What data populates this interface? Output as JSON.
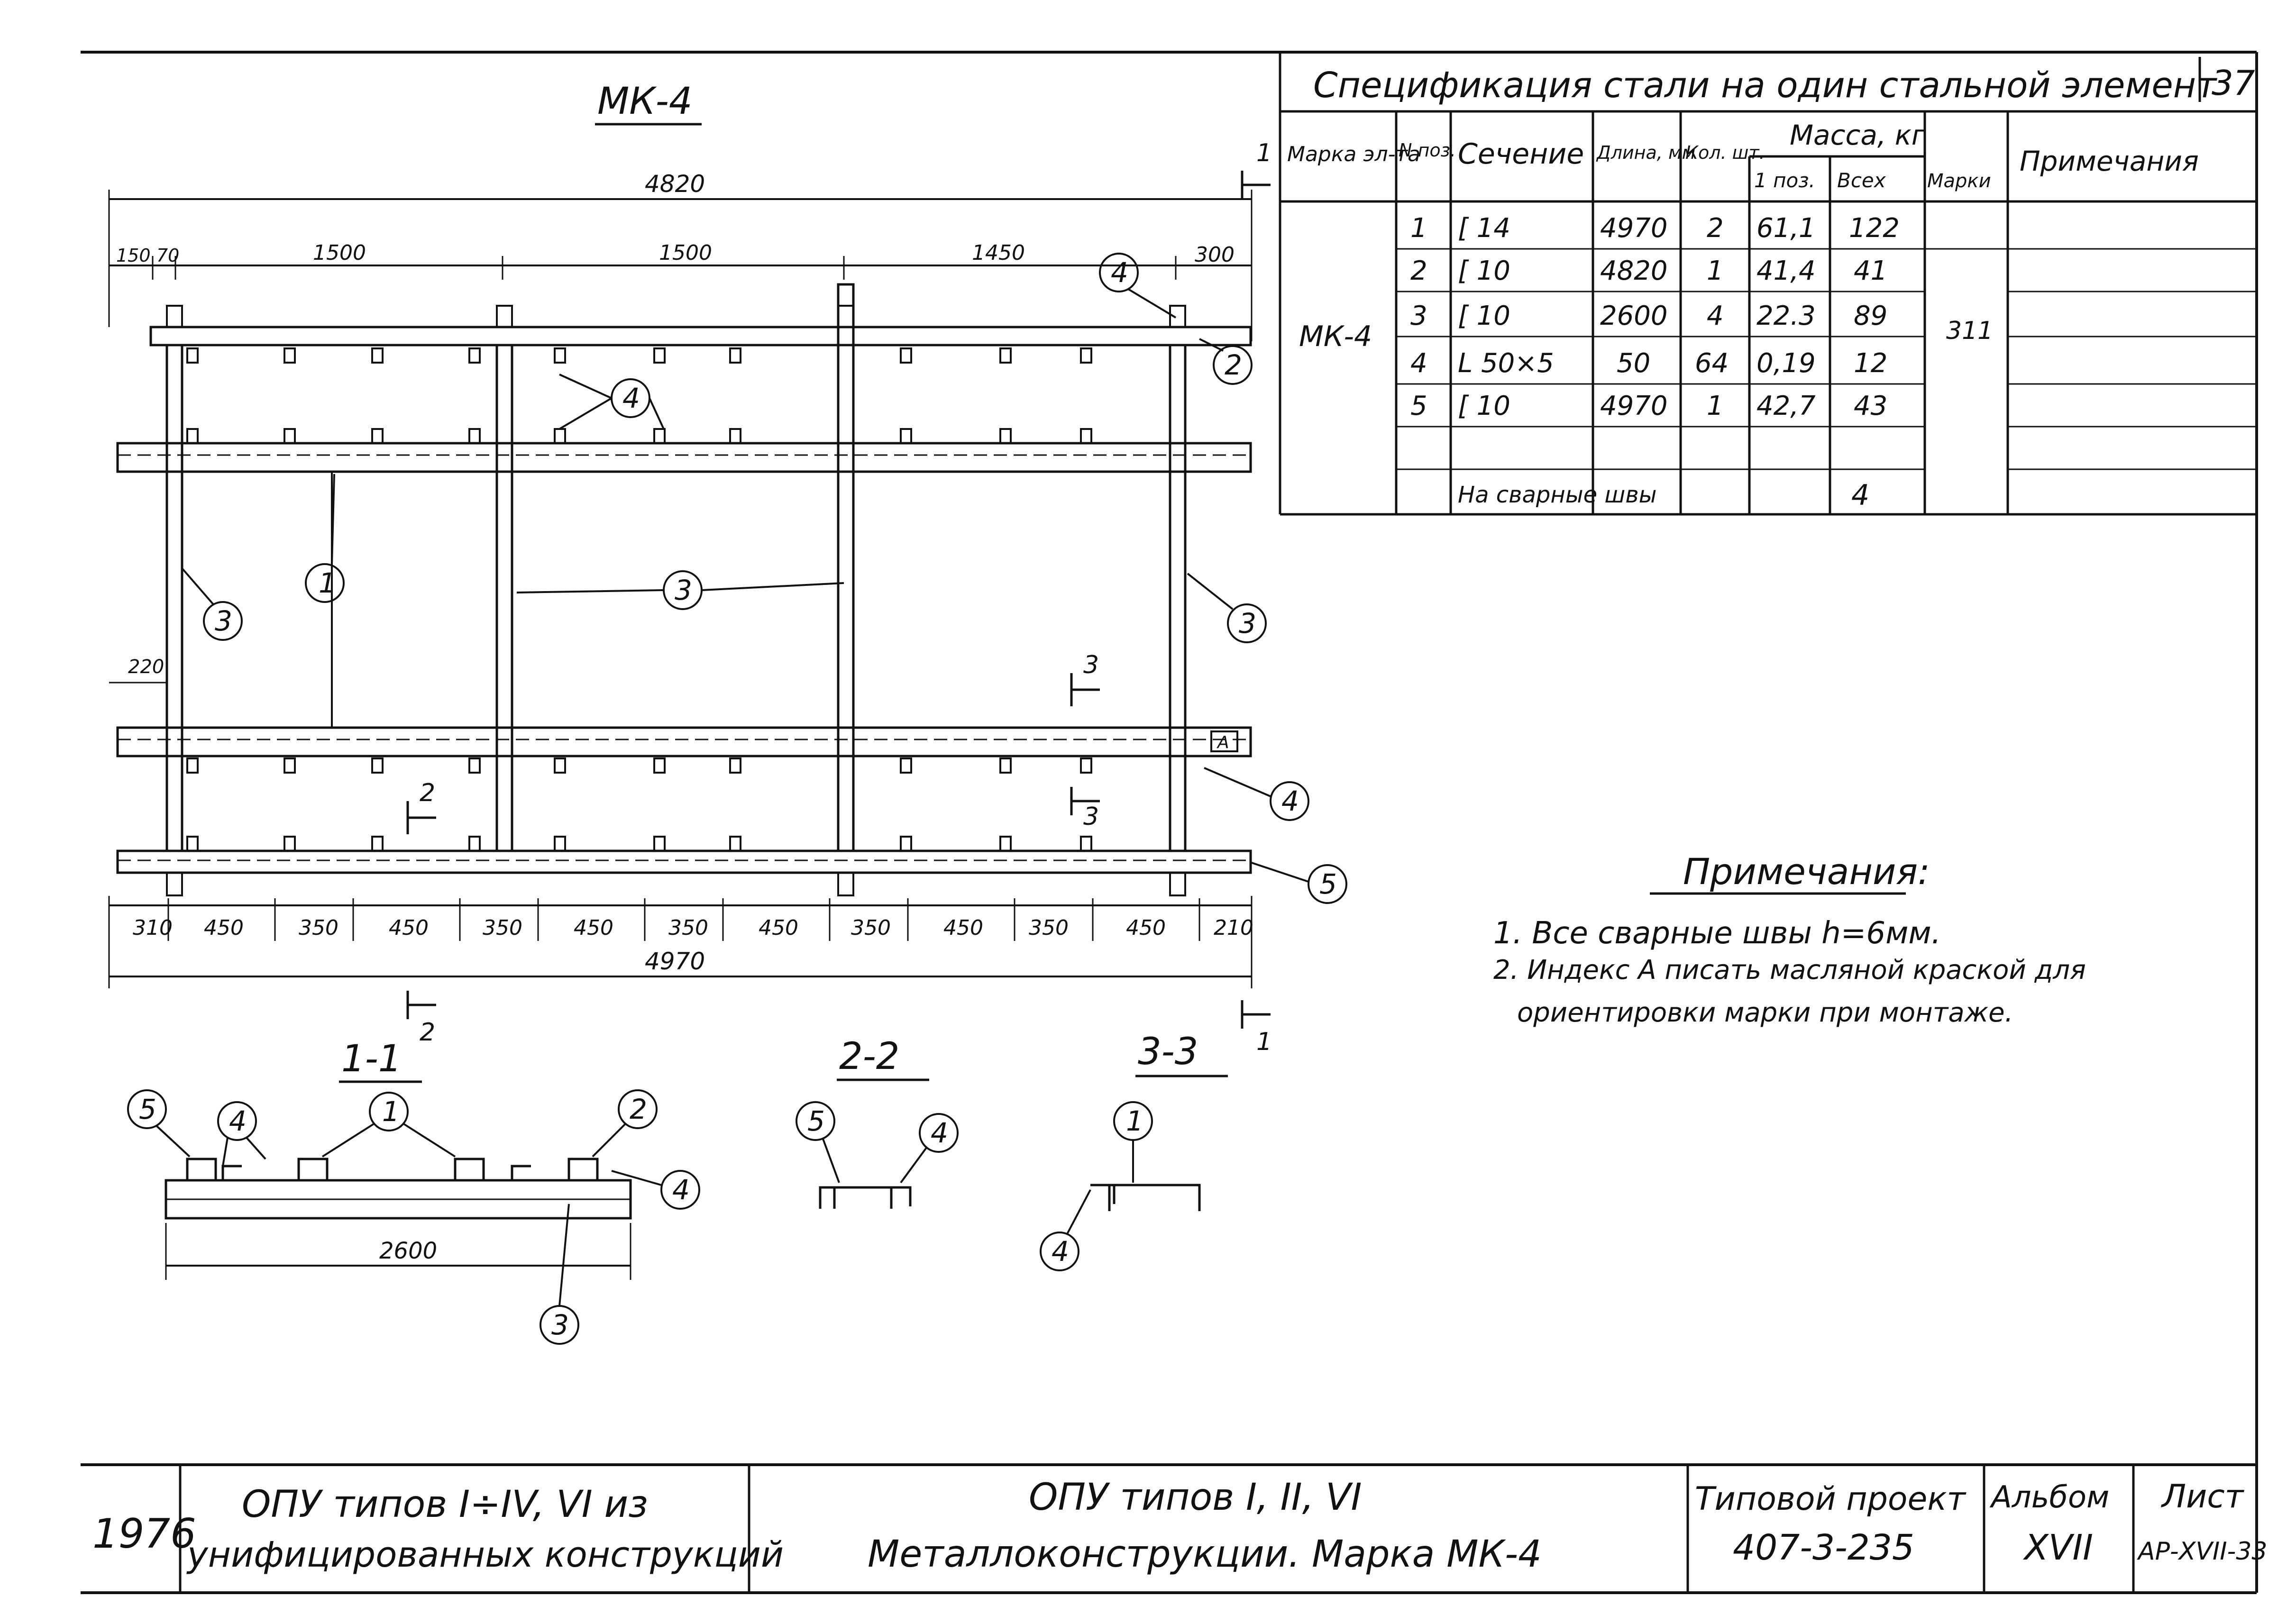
{
  "page_number": "37",
  "drawing": {
    "title": "МК-4",
    "dim_total_top": "4820",
    "dims_top": [
      "150",
      "70",
      "1500",
      "1500",
      "1450",
      "300"
    ],
    "dim_total_bottom": "4970",
    "dims_bottom": [
      "310",
      "450",
      "350",
      "450",
      "350",
      "450",
      "350",
      "450",
      "350",
      "450",
      "350",
      "450",
      "210"
    ],
    "dim_side": "220",
    "cut_marks": [
      "1",
      "1",
      "2",
      "2",
      "3",
      "3"
    ],
    "index_box": "А",
    "callouts": [
      "1",
      "2",
      "3",
      "4",
      "5"
    ]
  },
  "sections": {
    "s11": {
      "title": "1-1",
      "dim": "2600",
      "callouts": [
        "5",
        "4",
        "1",
        "2",
        "4",
        "3"
      ]
    },
    "s22": {
      "title": "2-2",
      "callouts": [
        "5",
        "4"
      ]
    },
    "s33": {
      "title": "3-3",
      "callouts": [
        "1",
        "4"
      ]
    }
  },
  "spec": {
    "title": "Спецификация стали на один стальной элемент",
    "headers": {
      "mark": "Марка эл-та",
      "pos": "N поз.",
      "section": "Сечение",
      "length": "Длина, мм",
      "qty": "Кол. шт.",
      "mass": "Масса, кг",
      "mass_one": "1 поз.",
      "mass_all": "Всех",
      "mass_mark": "Марки",
      "note": "Примечания"
    },
    "mark": "МК-4",
    "mark_total": "311",
    "rows": [
      {
        "pos": "1",
        "section": "[ 14",
        "length": "4970",
        "qty": "2",
        "one": "61,1",
        "all": "122"
      },
      {
        "pos": "2",
        "section": "[ 10",
        "length": "4820",
        "qty": "1",
        "one": "41,4",
        "all": "41"
      },
      {
        "pos": "3",
        "section": "[ 10",
        "length": "2600",
        "qty": "4",
        "one": "22.3",
        "all": "89"
      },
      {
        "pos": "4",
        "section": "L 50×5",
        "length": "50",
        "qty": "64",
        "one": "0,19",
        "all": "12"
      },
      {
        "pos": "5",
        "section": "[ 10",
        "length": "4970",
        "qty": "1",
        "one": "42,7",
        "all": "43"
      }
    ],
    "welds_label": "На сварные швы",
    "welds_value": "4"
  },
  "notes": {
    "title": "Примечания:",
    "items": [
      "1. Все сварные швы h=6мм.",
      "2. Индекс А писать масляной краской для",
      "ориентировки марки при монтаже."
    ]
  },
  "title_block": {
    "year": "1976",
    "left_line1": "ОПУ типов I÷IV, VI из",
    "left_line2": "унифицированных конструкций",
    "center_line1": "ОПУ типов I, II, VI",
    "center_line2": "Металлоконструкции.   Марка   МК-4",
    "project_label": "Типовой проект",
    "project_number": "407-3-235",
    "album_label": "Альбом",
    "album_value": "XVII",
    "sheet_label": "Лист",
    "sheet_value": "АР-XVII-33"
  }
}
